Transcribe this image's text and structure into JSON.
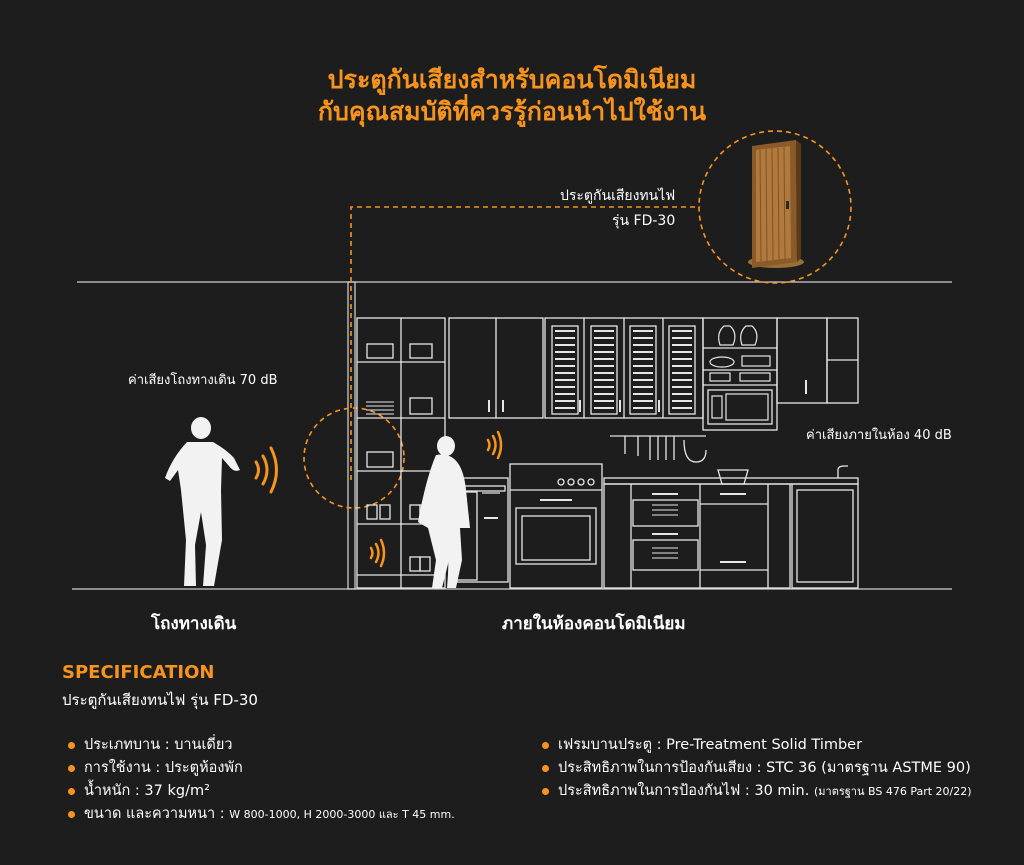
{
  "title": {
    "line1": "ประตูกันเสียงสำหรับคอนโดมิเนียม",
    "line2": "กับคุณสมบัติที่ควรรู้ก่อนนำไปใช้งาน"
  },
  "callout": {
    "door_name": "ประตูกันเสียงทนไฟ",
    "door_model": "รุ่น FD-30"
  },
  "sound_levels": {
    "corridor": "ค่าเสียงโถงทางเดิน 70 dB",
    "room": "ค่าเสียงภายในห้อง 40 dB"
  },
  "zones": {
    "corridor": "โถงทางเดิน",
    "condo": "ภายในห้องคอนโดมิเนียม"
  },
  "spec": {
    "heading": "SPECIFICATION",
    "subtitle": "ประตูกันเสียงทนไฟ รุ่น  FD-30",
    "left": [
      {
        "text": "ประเภทบาน : บานเดี่ยว"
      },
      {
        "text": "การใช้งาน : ประตูห้องพัก"
      },
      {
        "text": "น้ำหนัก : 37 kg/m²"
      },
      {
        "text": "ขนาด และความหนา : ",
        "small": "W 800-1000, H 2000-3000 และ T 45 mm."
      }
    ],
    "right": [
      {
        "text": "เฟรมบานประตู : Pre-Treatment Solid Timber"
      },
      {
        "text": "ประสิทธิภาพในการป้องกันเสียง : STC 36 (มาตรฐาน ASTME 90)"
      },
      {
        "text": "ประสิทธิภาพในการป้องกันไฟ : 30 min. ",
        "small": "(มาตรฐาน BS 476 Part 20/22)"
      }
    ]
  },
  "colors": {
    "accent": "#f7941d",
    "background": "#1e1d1d",
    "line": "#e8e8e8"
  }
}
